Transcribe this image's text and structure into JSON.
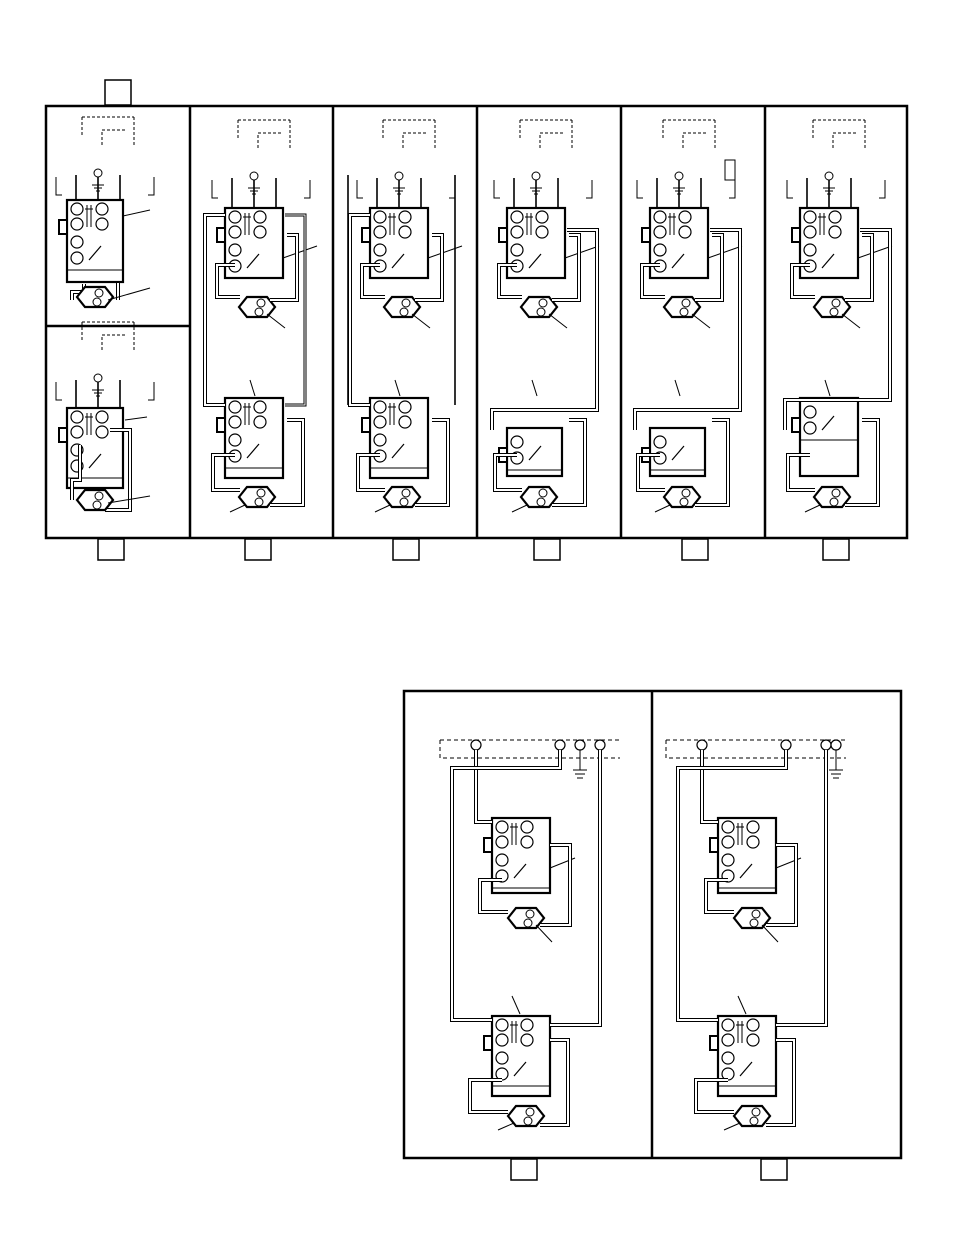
{
  "diagram": {
    "kind": "wiring-diagrams",
    "top_row_panels": 6,
    "bottom_row_panels": 2,
    "tab_labels": [
      "",
      "",
      "",
      "",
      "",
      "",
      "",
      "",
      ""
    ],
    "colors": {
      "line": "#000000",
      "background": "#ffffff"
    }
  }
}
